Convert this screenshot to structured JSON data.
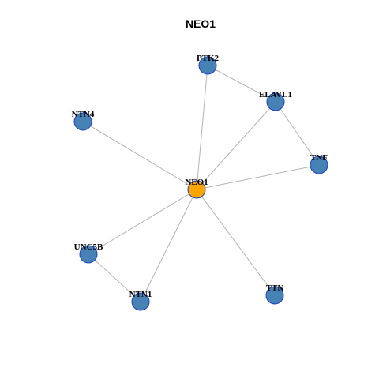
{
  "graph": {
    "title": "NEO1",
    "colors": {
      "center_fill": "#FFA500",
      "node_fill": "#4682B4",
      "node_border": "#1E40C8",
      "edge": "#B3B3B3"
    },
    "center": "NEO1",
    "nodes": [
      {
        "id": "NEO1",
        "label": "NEO1",
        "role": "center"
      },
      {
        "id": "PTK2",
        "label": "PTK2",
        "role": "neighbor"
      },
      {
        "id": "ELAVL1",
        "label": "ELAVL1",
        "role": "neighbor"
      },
      {
        "id": "NTN4",
        "label": "NTN4",
        "role": "neighbor"
      },
      {
        "id": "TNF",
        "label": "TNF",
        "role": "neighbor"
      },
      {
        "id": "UNC5B",
        "label": "UNC5B",
        "role": "neighbor"
      },
      {
        "id": "NTN1",
        "label": "NTN1",
        "role": "neighbor"
      },
      {
        "id": "TTN",
        "label": "TTN",
        "role": "neighbor"
      }
    ],
    "edges": [
      {
        "source": "NEO1",
        "target": "PTK2"
      },
      {
        "source": "NEO1",
        "target": "ELAVL1"
      },
      {
        "source": "NEO1",
        "target": "NTN4"
      },
      {
        "source": "NEO1",
        "target": "TNF"
      },
      {
        "source": "NEO1",
        "target": "UNC5B"
      },
      {
        "source": "NEO1",
        "target": "NTN1"
      },
      {
        "source": "NEO1",
        "target": "TTN"
      },
      {
        "source": "PTK2",
        "target": "ELAVL1"
      },
      {
        "source": "ELAVL1",
        "target": "TNF"
      },
      {
        "source": "UNC5B",
        "target": "NTN1"
      }
    ]
  }
}
